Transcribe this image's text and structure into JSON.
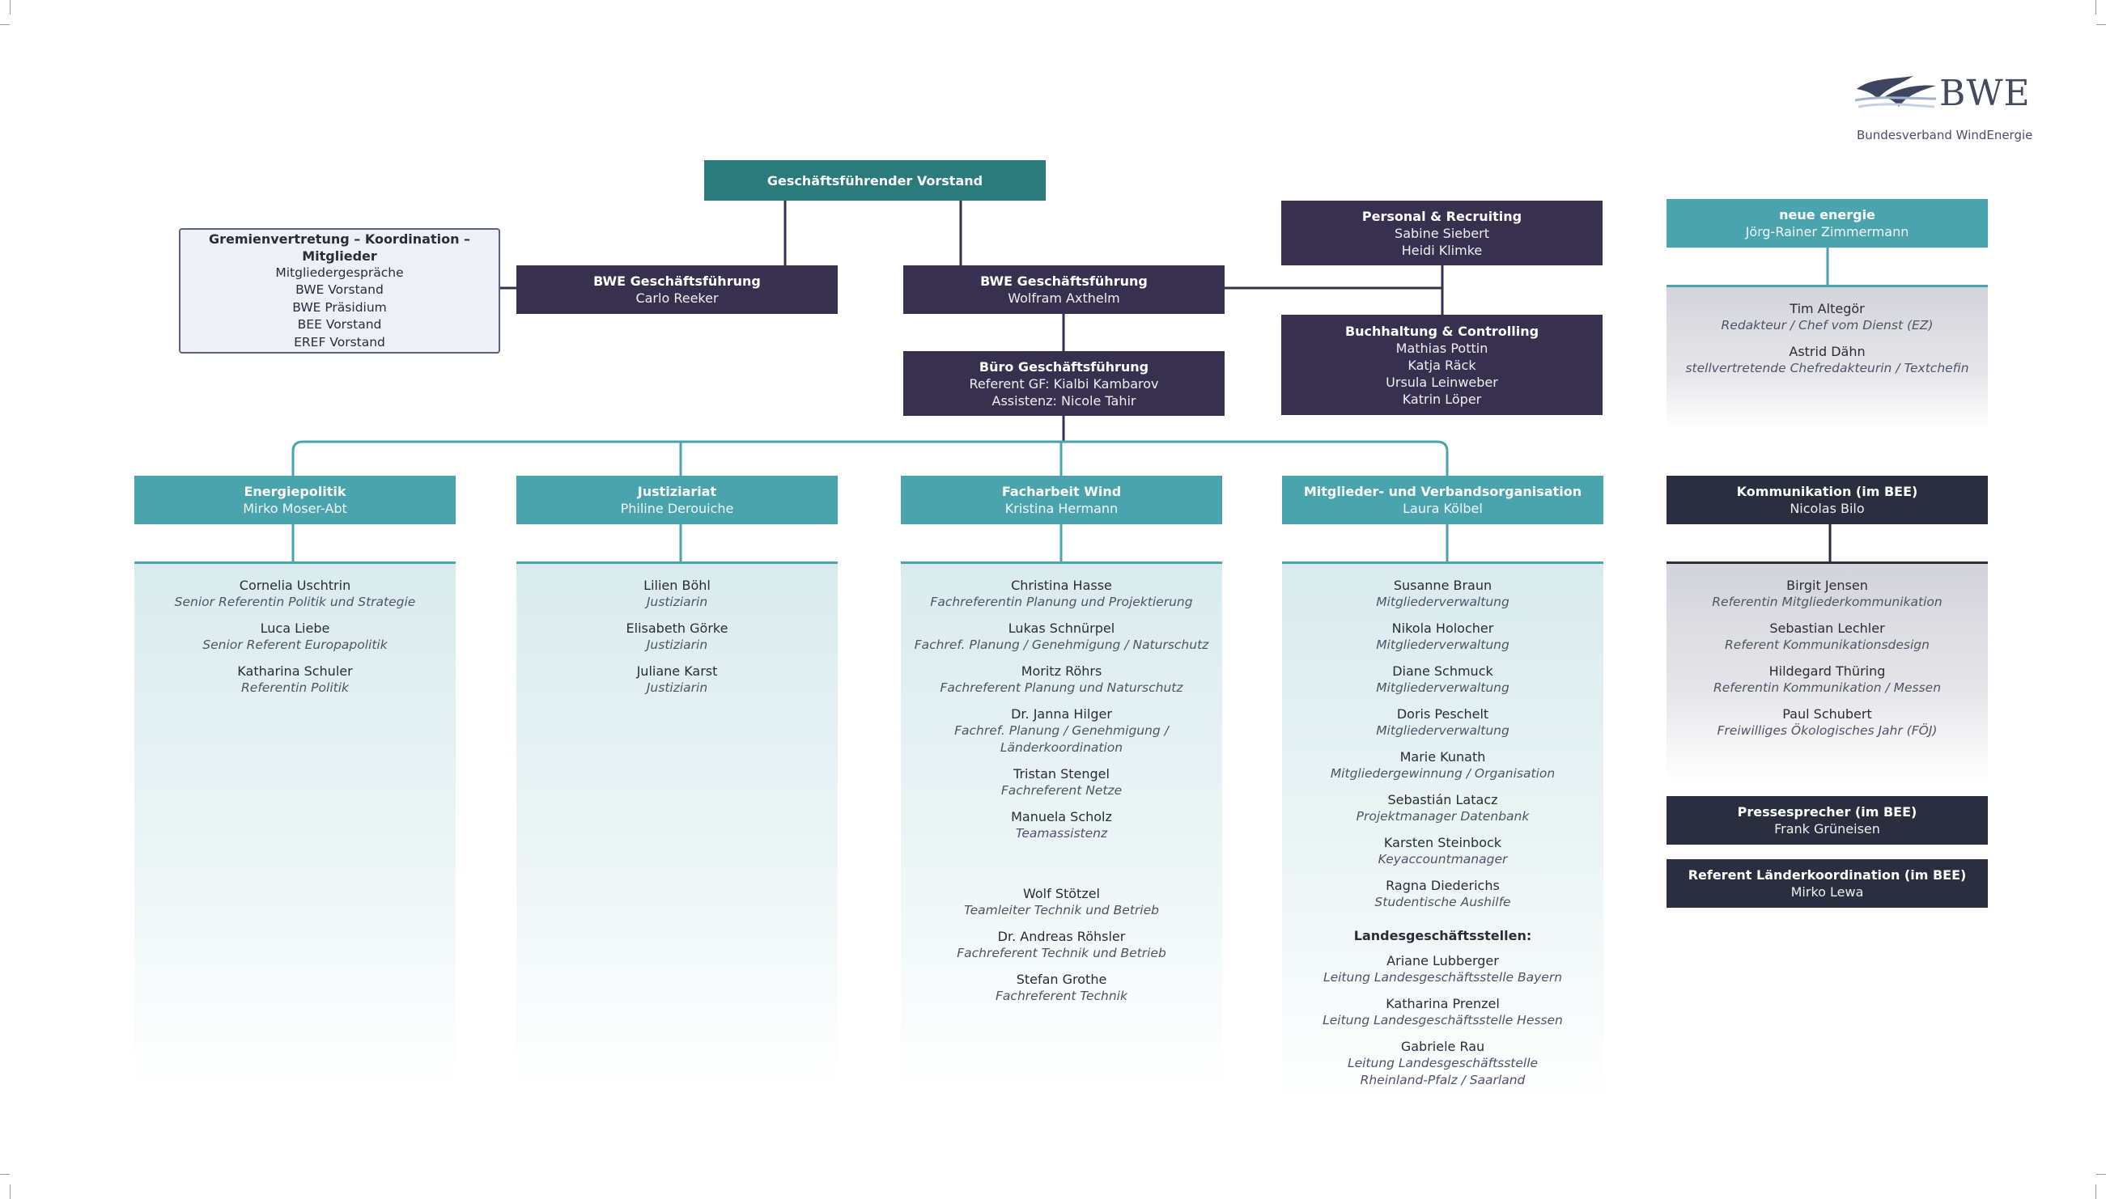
{
  "logo": {
    "brand": "BWE",
    "subtitle": "Bundesverband WindEnergie"
  },
  "vorstand": {
    "title": "Geschäftsführender Vorstand"
  },
  "gremien": {
    "title": "Gremienvertretung – Koordination – Mitglieder",
    "items": [
      "Mitgliedergespräche",
      "BWE Vorstand",
      "BWE Präsidium",
      "BEE Vorstand",
      "EREF Vorstand"
    ]
  },
  "gf1": {
    "title": "BWE Geschäftsführung",
    "name": "Carlo Reeker"
  },
  "gf2": {
    "title": "BWE Geschäftsführung",
    "name": "Wolfram Axthelm"
  },
  "buero": {
    "title": "Büro Geschäftsführung",
    "lines": [
      "Referent GF: Kialbi Kambarov",
      "Assistenz: Nicole Tahir"
    ]
  },
  "personal": {
    "title": "Personal & Recruiting",
    "lines": [
      "Sabine Siebert",
      "Heidi Klimke"
    ]
  },
  "buchhaltung": {
    "title": "Buchhaltung & Controlling",
    "lines": [
      "Mathias Pottin",
      "Katja Räck",
      "Ursula Leinweber",
      "Katrin Löper"
    ]
  },
  "neue_energie": {
    "title": "neue energie",
    "name": "Jörg-Rainer Zimmermann",
    "people": [
      {
        "name": "Tim Altegör",
        "role": "Redakteur / Chef vom Dienst (EZ)"
      },
      {
        "name": "Astrid Dähn",
        "role": "stellvertretende Chefredakteurin / Textchefin"
      }
    ]
  },
  "departments": [
    {
      "title": "Energiepolitik",
      "head": "Mirko Moser-Abt",
      "people": [
        {
          "name": "Cornelia Uschtrin",
          "role": "Senior Referentin Politik und Strategie"
        },
        {
          "name": "Luca Liebe",
          "role": "Senior Referent Europapolitik"
        },
        {
          "name": "Katharina Schuler",
          "role": "Referentin Politik"
        }
      ]
    },
    {
      "title": "Justiziariat",
      "head": "Philine Derouiche",
      "people": [
        {
          "name": "Lilien Böhl",
          "role": "Justiziarin"
        },
        {
          "name": "Elisabeth Görke",
          "role": "Justiziarin"
        },
        {
          "name": "Juliane Karst",
          "role": "Justiziarin"
        }
      ]
    },
    {
      "title": "Facharbeit Wind",
      "head": "Kristina Hermann",
      "people": [
        {
          "name": "Christina Hasse",
          "role": "Fachreferentin Planung und Projektierung"
        },
        {
          "name": "Lukas Schnürpel",
          "role": "Fachref. Planung / Genehmigung / Naturschutz"
        },
        {
          "name": "Moritz Röhrs",
          "role": "Fachreferent Planung und Naturschutz"
        },
        {
          "name": "Dr. Janna Hilger",
          "role": "Fachref. Planung / Genehmigung / Länderkoordination"
        },
        {
          "name": "Tristan Stengel",
          "role": "Fachreferent Netze"
        },
        {
          "name": "Manuela Scholz",
          "role": "Teamassistenz"
        }
      ],
      "people2": [
        {
          "name": "Wolf Stötzel",
          "role": "Teamleiter Technik und Betrieb"
        },
        {
          "name": "Dr. Andreas Röhsler",
          "role": "Fachreferent Technik und Betrieb"
        },
        {
          "name": "Stefan Grothe",
          "role": "Fachreferent Technik"
        }
      ]
    },
    {
      "title": "Mitglieder- und Verbandsorganisation",
      "head": "Laura Kölbel",
      "people": [
        {
          "name": "Susanne Braun",
          "role": "Mitgliederverwaltung"
        },
        {
          "name": "Nikola Holocher",
          "role": "Mitgliederverwaltung"
        },
        {
          "name": "Diane Schmuck",
          "role": "Mitgliederverwaltung"
        },
        {
          "name": "Doris Peschelt",
          "role": "Mitgliederverwaltung"
        },
        {
          "name": "Marie Kunath",
          "role": "Mitgliedergewinnung / Organisation"
        },
        {
          "name": "Sebastián Latacz",
          "role": "Projektmanager Datenbank"
        },
        {
          "name": "Karsten Steinbock",
          "role": "Keyaccountmanager"
        },
        {
          "name": "Ragna Diederichs",
          "role": "Studentische Aushilfe"
        }
      ],
      "subheading": "Landesgeschäftsstellen:",
      "people2": [
        {
          "name": "Ariane Lubberger",
          "role": "Leitung Landesgeschäftsstelle Bayern"
        },
        {
          "name": "Katharina Prenzel",
          "role": "Leitung Landesgeschäftsstelle Hessen"
        },
        {
          "name": "Gabriele Rau",
          "role": "Leitung Landesgeschäftsstelle",
          "role2": "Rheinland-Pfalz / Saarland"
        }
      ]
    }
  ],
  "kommunikation": {
    "title": "Kommunikation (im BEE)",
    "head": "Nicolas Bilo",
    "people": [
      {
        "name": "Birgit Jensen",
        "role": "Referentin Mitgliederkommunikation"
      },
      {
        "name": "Sebastian Lechler",
        "role": "Referent Kommunikationsdesign"
      },
      {
        "name": "Hildegard Thüring",
        "role": "Referentin Kommunikation / Messen"
      },
      {
        "name": "Paul Schubert",
        "role": "Freiwilliges Ökologisches Jahr (FÖJ)"
      }
    ]
  },
  "pressesprecher": {
    "title": "Pressesprecher (im BEE)",
    "name": "Frank Grüneisen"
  },
  "laenderkoordination": {
    "title": "Referent Länderkoordination (im BEE)",
    "name": "Mirko Lewa"
  },
  "colors": {
    "teal_dark": "#2b7a7c",
    "navy": "#37314f",
    "teal": "#4aa4ad",
    "dark": "#2a2e3e"
  }
}
